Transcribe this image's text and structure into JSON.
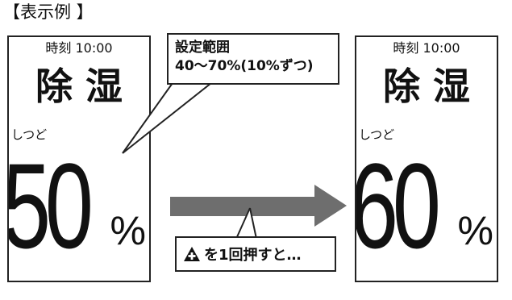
{
  "heading": "【表示例 】",
  "before_panel": {
    "time": "時刻 10:00",
    "mode": "除湿",
    "label": "しつど",
    "value": "50",
    "unit": "%"
  },
  "after_panel": {
    "time": "時刻 10:00",
    "mode": "除湿",
    "label": "しつど",
    "value": "60",
    "unit": "%"
  },
  "callout": {
    "line1": "設定範囲",
    "line2": "40〜70%(10%ずつ)"
  },
  "note": {
    "text": "を1回押すと…",
    "icon": "plus-triangle-icon"
  },
  "colors": {
    "arrow": "#6e6e6e",
    "border": "#222222"
  }
}
